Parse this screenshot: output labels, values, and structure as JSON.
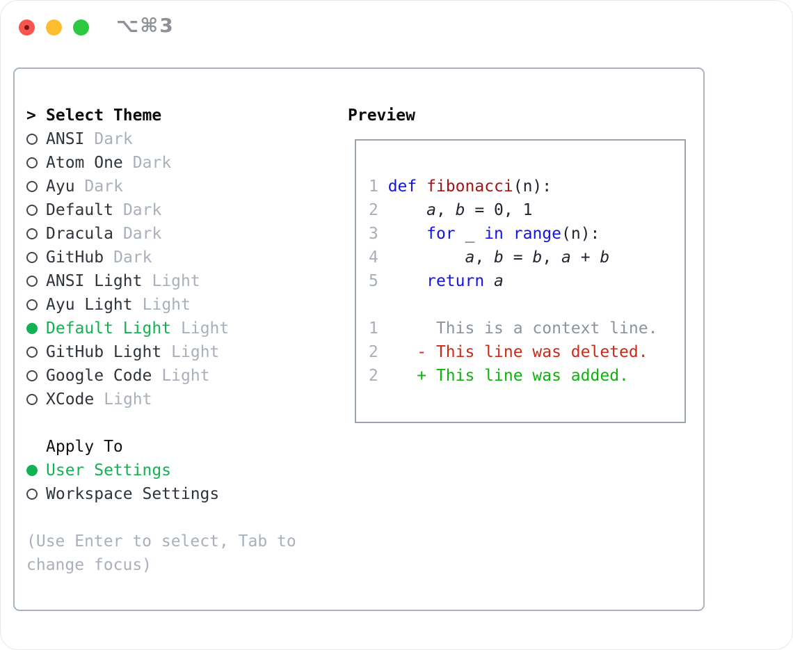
{
  "window": {
    "title": "⌥⌘3",
    "traffic_lights": [
      {
        "name": "close",
        "color": "#f6564e",
        "dot_color": "#7c140b"
      },
      {
        "name": "minimize",
        "color": "#fcbd2f"
      },
      {
        "name": "zoom",
        "color": "#2ac93f"
      }
    ]
  },
  "theme_selector": {
    "prompt": ">",
    "heading": "Select Theme",
    "items": [
      {
        "name": "ANSI",
        "variant": "Dark",
        "selected": false
      },
      {
        "name": "Atom One",
        "variant": "Dark",
        "selected": false
      },
      {
        "name": "Ayu",
        "variant": "Dark",
        "selected": false
      },
      {
        "name": "Default",
        "variant": "Dark",
        "selected": false
      },
      {
        "name": "Dracula",
        "variant": "Dark",
        "selected": false
      },
      {
        "name": "GitHub",
        "variant": "Dark",
        "selected": false
      },
      {
        "name": "ANSI Light",
        "variant": "Light",
        "selected": false
      },
      {
        "name": "Ayu Light",
        "variant": "Light",
        "selected": false
      },
      {
        "name": "Default Light",
        "variant": "Light",
        "selected": true
      },
      {
        "name": "GitHub Light",
        "variant": "Light",
        "selected": false
      },
      {
        "name": "Google Code",
        "variant": "Light",
        "selected": false
      },
      {
        "name": "XCode",
        "variant": "Light",
        "selected": false
      }
    ]
  },
  "apply_to": {
    "heading": "Apply To",
    "options": [
      {
        "label": "User Settings",
        "selected": true
      },
      {
        "label": "Workspace Settings",
        "selected": false
      }
    ]
  },
  "help_text": "(Use Enter to select, Tab to change focus)",
  "preview": {
    "heading": "Preview",
    "lines": [
      [
        {
          "t": "1 ",
          "c": "ln"
        },
        {
          "t": "def",
          "c": "kw"
        },
        {
          "t": " "
        },
        {
          "t": "fibonacci",
          "c": "fn"
        },
        {
          "t": "(n):"
        }
      ],
      [
        {
          "t": "2 ",
          "c": "ln"
        },
        {
          "t": "    "
        },
        {
          "t": "a",
          "c": "var"
        },
        {
          "t": ", "
        },
        {
          "t": "b",
          "c": "var"
        },
        {
          "t": " = 0, 1"
        }
      ],
      [
        {
          "t": "3 ",
          "c": "ln"
        },
        {
          "t": "    "
        },
        {
          "t": "for",
          "c": "kw"
        },
        {
          "t": " _ "
        },
        {
          "t": "in",
          "c": "kw"
        },
        {
          "t": " "
        },
        {
          "t": "range",
          "c": "kw"
        },
        {
          "t": "(n):"
        }
      ],
      [
        {
          "t": "4 ",
          "c": "ln"
        },
        {
          "t": "        "
        },
        {
          "t": "a",
          "c": "var"
        },
        {
          "t": ", "
        },
        {
          "t": "b",
          "c": "var"
        },
        {
          "t": " = "
        },
        {
          "t": "b",
          "c": "var"
        },
        {
          "t": ", "
        },
        {
          "t": "a",
          "c": "var"
        },
        {
          "t": " + "
        },
        {
          "t": "b",
          "c": "var"
        }
      ],
      [
        {
          "t": "5 ",
          "c": "ln"
        },
        {
          "t": "    "
        },
        {
          "t": "return",
          "c": "kw"
        },
        {
          "t": " "
        },
        {
          "t": "a",
          "c": "var"
        }
      ],
      [],
      [
        {
          "t": "1 ",
          "c": "ln"
        },
        {
          "t": "     This is a context line.",
          "c": "ctx"
        }
      ],
      [
        {
          "t": "2 ",
          "c": "ln"
        },
        {
          "t": "   - This line was deleted.",
          "c": "del"
        }
      ],
      [
        {
          "t": "2 ",
          "c": "ln"
        },
        {
          "t": "   + This line was added.",
          "c": "add"
        }
      ]
    ]
  },
  "colors": {
    "accent_green": "#12b253",
    "keyword_blue": "#1414e8",
    "function_red": "#a51313",
    "diff_deleted": "#cb2a17",
    "diff_added": "#0db30d",
    "muted_gray": "#a9b0bb",
    "panel_border": "#abb3be",
    "preview_border": "#9ba4ae"
  }
}
